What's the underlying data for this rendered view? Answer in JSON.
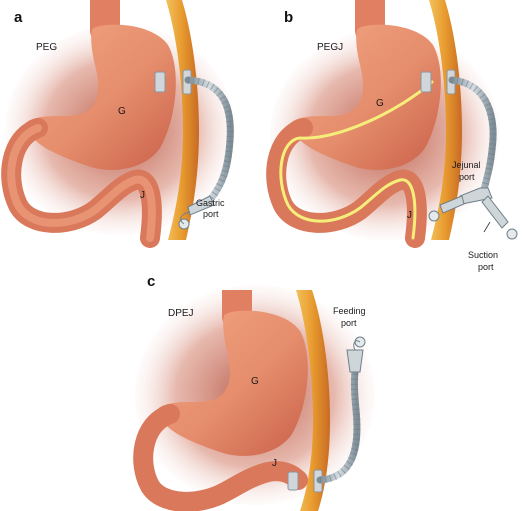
{
  "panels": [
    {
      "letter": "a",
      "title": "PEG",
      "stomach_label": "G",
      "jejunum_label": "J",
      "port_labels": [
        "Gastric",
        "port"
      ]
    },
    {
      "letter": "b",
      "title": "PEGJ",
      "stomach_label": "G",
      "jejunum_label": "J",
      "jejunal_port": [
        "Jejunal",
        "port"
      ],
      "suction_port": [
        "Suction",
        "port"
      ]
    },
    {
      "letter": "c",
      "title": "DPEJ",
      "stomach_label": "G",
      "jejunum_label": "J",
      "port_labels": [
        "Feeding",
        "port"
      ]
    }
  ],
  "colors": {
    "stomach": "#e58d6c",
    "stomach_shade": "#c9604a",
    "shadow": "#b64c34",
    "abdominal_wall": "#e79a2e",
    "wall_outer": "#d8752e",
    "tube": "#b8c4cc",
    "tube_dark": "#6f7f88",
    "jejunal_tube": "#f4e96a"
  }
}
